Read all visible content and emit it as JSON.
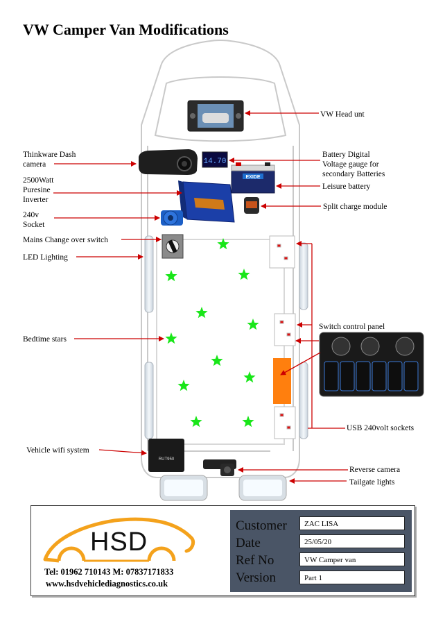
{
  "title": "VW Camper Van Modifications",
  "labels": {
    "head_unit": "VW Head unt",
    "dash_camera": [
      "Thinkware Dash",
      "camera"
    ],
    "voltage_gauge": [
      "Battery Digital",
      "Voltage gauge for",
      "secondary Batteries"
    ],
    "leisure_battery": "Leisure battery",
    "inverter": [
      "2500Watt",
      "Puresine",
      "Inverter"
    ],
    "split_charge": "Split charge module",
    "socket_240v": [
      "240v",
      "Socket"
    ],
    "mains_changeover": "Mains Change over switch",
    "led_lighting": "LED Lighting",
    "switch_panel": "Switch control panel",
    "bedtime_stars": "Bedtime stars",
    "usb_sockets": "USB 240volt sockets",
    "wifi": "Vehicle wifi system",
    "reverse_camera": "Reverse camera",
    "tailgate_lights": "Tailgate lights"
  },
  "gauge_reading": "14.70",
  "battery_brand": "EXIDE",
  "router_brand": "RUT950",
  "colors": {
    "arrow": "#cc0000",
    "star": "#19e619",
    "orange_block": "#ff7f0e",
    "led_blue": "#1f6fd6",
    "info_box": "#4a5566",
    "logo_orange": "#f4a21c"
  },
  "footer": {
    "logo_text": "HSD",
    "contact_line1": "Tel: 01962 710143  M: 07837171833",
    "contact_line2": "www.hsdvehiclediagnostics.co.uk",
    "fields": [
      {
        "key": "Customer",
        "value": "ZAC LISA"
      },
      {
        "key": "Date",
        "value": "25/05/20"
      },
      {
        "key": "Ref No",
        "value": "VW Camper van"
      },
      {
        "key": "Version",
        "value": "Part 1"
      }
    ]
  }
}
